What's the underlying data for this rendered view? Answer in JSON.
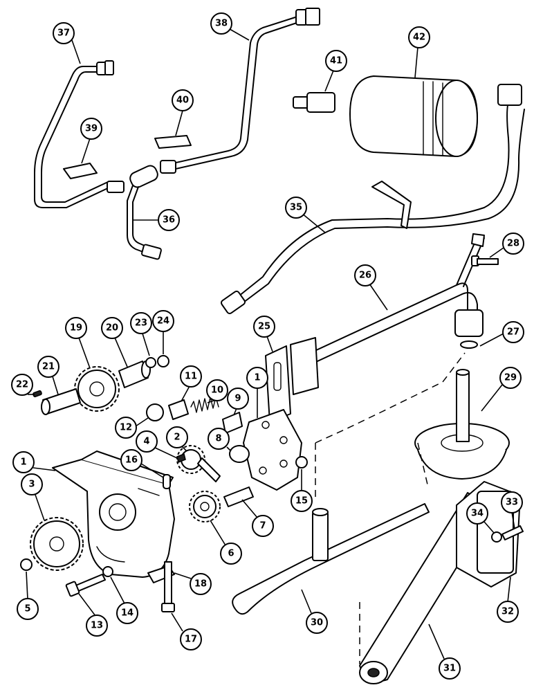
{
  "callouts": [
    {
      "label": "1"
    },
    {
      "label": "1"
    },
    {
      "label": "2"
    },
    {
      "label": "3"
    },
    {
      "label": "4"
    },
    {
      "label": "5"
    },
    {
      "label": "6"
    },
    {
      "label": "7"
    },
    {
      "label": "8"
    },
    {
      "label": "9"
    },
    {
      "label": "10"
    },
    {
      "label": "11"
    },
    {
      "label": "12"
    },
    {
      "label": "13"
    },
    {
      "label": "14"
    },
    {
      "label": "15"
    },
    {
      "label": "16"
    },
    {
      "label": "17"
    },
    {
      "label": "18"
    },
    {
      "label": "19"
    },
    {
      "label": "20"
    },
    {
      "label": "21"
    },
    {
      "label": "22"
    },
    {
      "label": "23"
    },
    {
      "label": "24"
    },
    {
      "label": "25"
    },
    {
      "label": "26"
    },
    {
      "label": "27"
    },
    {
      "label": "28"
    },
    {
      "label": "29"
    },
    {
      "label": "30"
    },
    {
      "label": "31"
    },
    {
      "label": "32"
    },
    {
      "label": "33"
    },
    {
      "label": "34"
    },
    {
      "label": "35"
    },
    {
      "label": "36"
    },
    {
      "label": "37"
    },
    {
      "label": "38"
    },
    {
      "label": "39"
    },
    {
      "label": "40"
    },
    {
      "label": "41"
    },
    {
      "label": "42"
    }
  ],
  "colors": {
    "ink": "#000000",
    "paper": "#ffffff"
  }
}
